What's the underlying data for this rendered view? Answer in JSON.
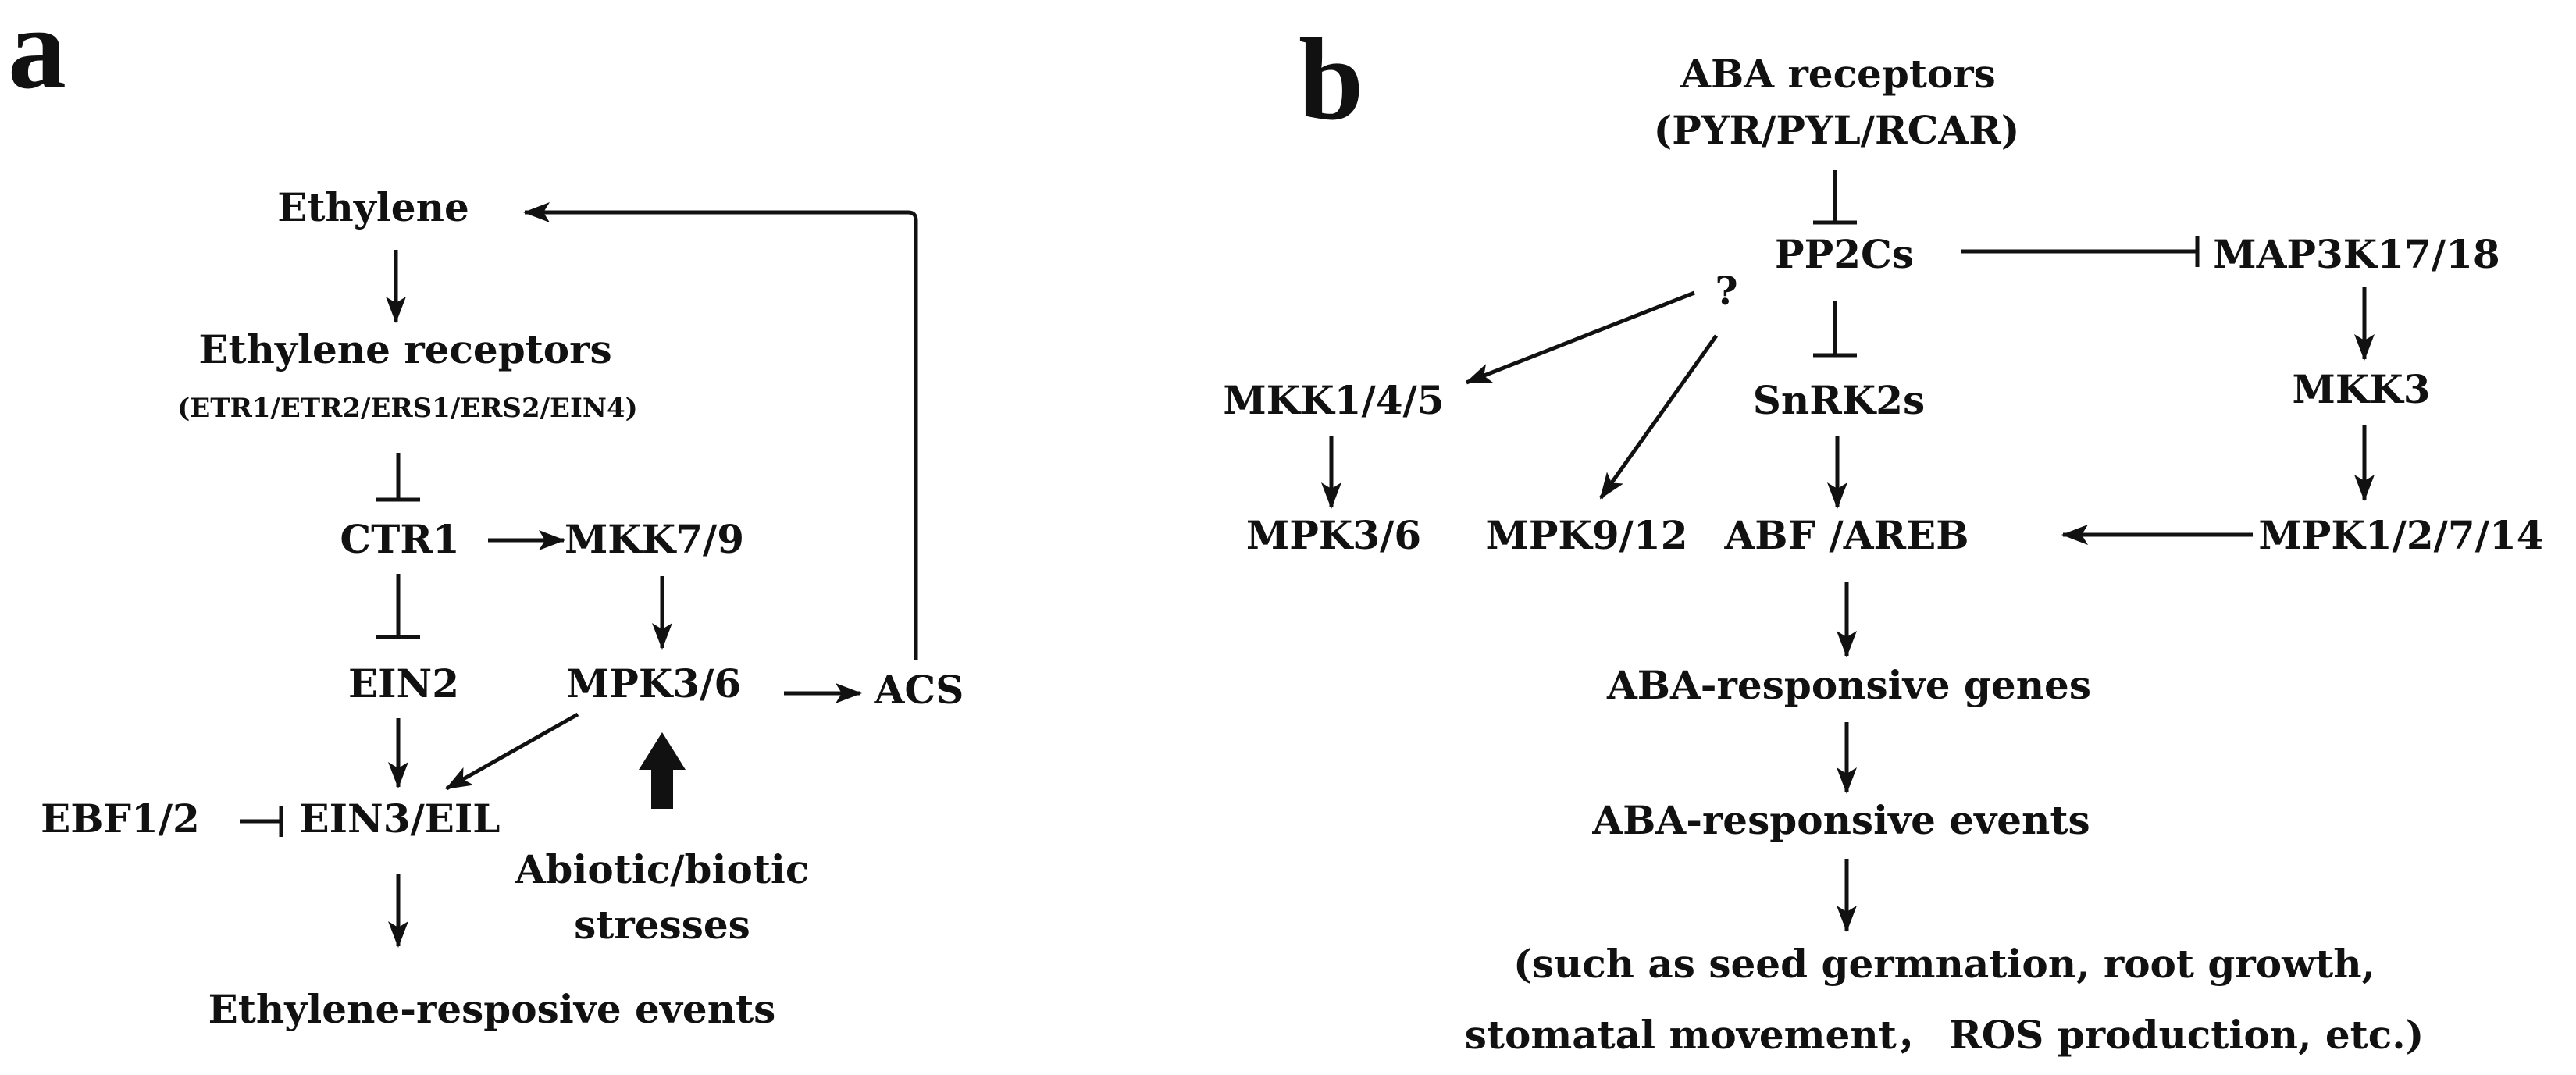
{
  "panels": {
    "a": {
      "label": "a",
      "nodes": {
        "ethylene": "Ethylene",
        "ethylene_receptors": "Ethylene receptors",
        "receptor_list": "(ETR1/ETR2/ERS1/ERS2/EIN4)",
        "ctr1": "CTR1",
        "mkk7_9": "MKK7/9",
        "ein2": "EIN2",
        "mpk3_6": "MPK3/6",
        "acs": "ACS",
        "ebf1_2": "EBF1/2",
        "ein3_eil": "EIN3/EIL",
        "stresses_line1": "Abiotic/biotic",
        "stresses_line2": "stresses",
        "responsive_events": "Ethylene-resposive events"
      }
    },
    "b": {
      "label": "b",
      "nodes": {
        "aba_receptors": "ABA receptors",
        "aba_receptor_list": "(PYR/PYL/RCAR)",
        "pp2cs": "PP2Cs",
        "unknown": "?",
        "map3k17_18": "MAP3K17/18",
        "mkk1_4_5": "MKK1/4/5",
        "snrk2s": "SnRK2s",
        "mkk3": "MKK3",
        "mpk3_6": "MPK3/6",
        "mpk9_12": "MPK9/12",
        "abf_areb": "ABF /AREB",
        "mpk1_2_7_14": "MPK1/2/7/14",
        "responsive_genes": "ABA-responsive genes",
        "responsive_events": "ABA-responsive events",
        "examples_line1": "(such as seed germnation, root growth,",
        "examples_line2": "stomatal movement， ROS production, etc.)"
      }
    }
  }
}
